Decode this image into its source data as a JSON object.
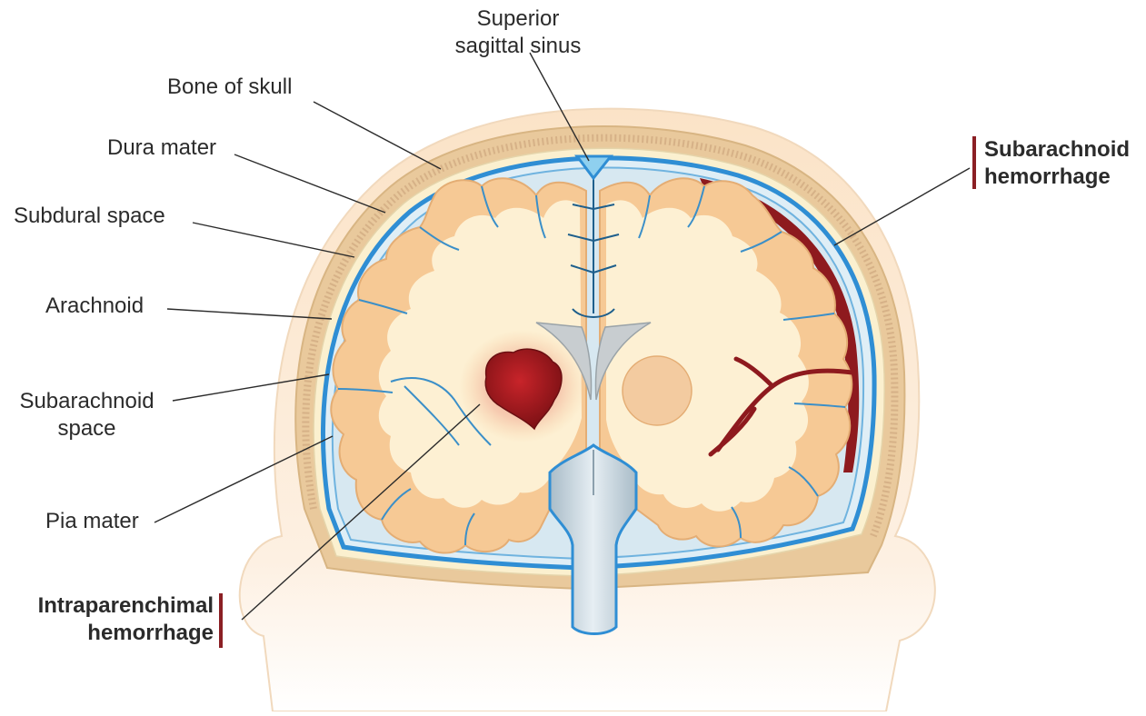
{
  "labels": {
    "superior_sagittal_sinus": [
      "Superior",
      "sagittal sinus"
    ],
    "bone_of_skull": "Bone of skull",
    "dura_mater": "Dura mater",
    "subdural_space": "Subdural space",
    "arachnoid": "Arachnoid",
    "subarachnoid_space": [
      "Subarachnoid",
      "space"
    ],
    "pia_mater": "Pia mater",
    "intraparenchymal_hemorrhage": [
      "Intraparenchimal",
      "hemorrhage"
    ],
    "subarachnoid_hemorrhage": [
      "Subarachnoid",
      "hemorrhage"
    ]
  },
  "colors": {
    "accent": "#8b1f24",
    "brain": "#f7cfa0",
    "white_matter": "#fdf0d3",
    "meninges_blue": "#3a96d6",
    "skin": "#fbe6cf",
    "hemorrhage": "#9e1b1f"
  }
}
